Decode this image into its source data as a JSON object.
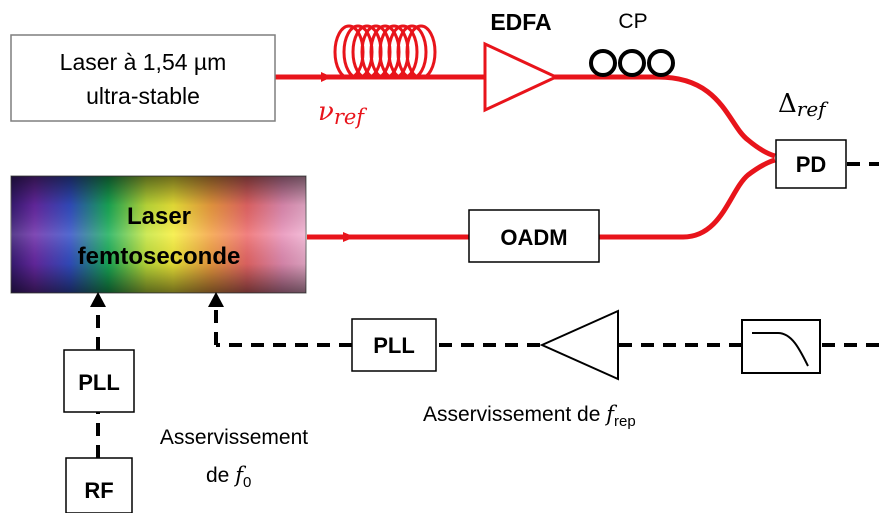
{
  "laser_ref": {
    "line1": "Laser à 1,54 µm",
    "line2": "ultra-stable"
  },
  "nu_ref": {
    "main": "ν",
    "sub": "ref"
  },
  "edfa": "EDFA",
  "cp": "CP",
  "delta_ref": {
    "main": "Δ",
    "sub": "ref"
  },
  "pd": "PD",
  "femto": {
    "line1": "Laser",
    "line2": "femtoseconde"
  },
  "oadm": "OADM",
  "pll_top": "PLL",
  "pll_left": "PLL",
  "rf": "RF",
  "frep_lock": {
    "text": "Asservissement de ",
    "var": "f",
    "sub": "rep"
  },
  "f0_lock": {
    "line1": "Asservissement",
    "line2": "de ",
    "var": "f",
    "sub": "0"
  },
  "colors": {
    "fiber": "#e8141b",
    "dashed": "#000000"
  }
}
